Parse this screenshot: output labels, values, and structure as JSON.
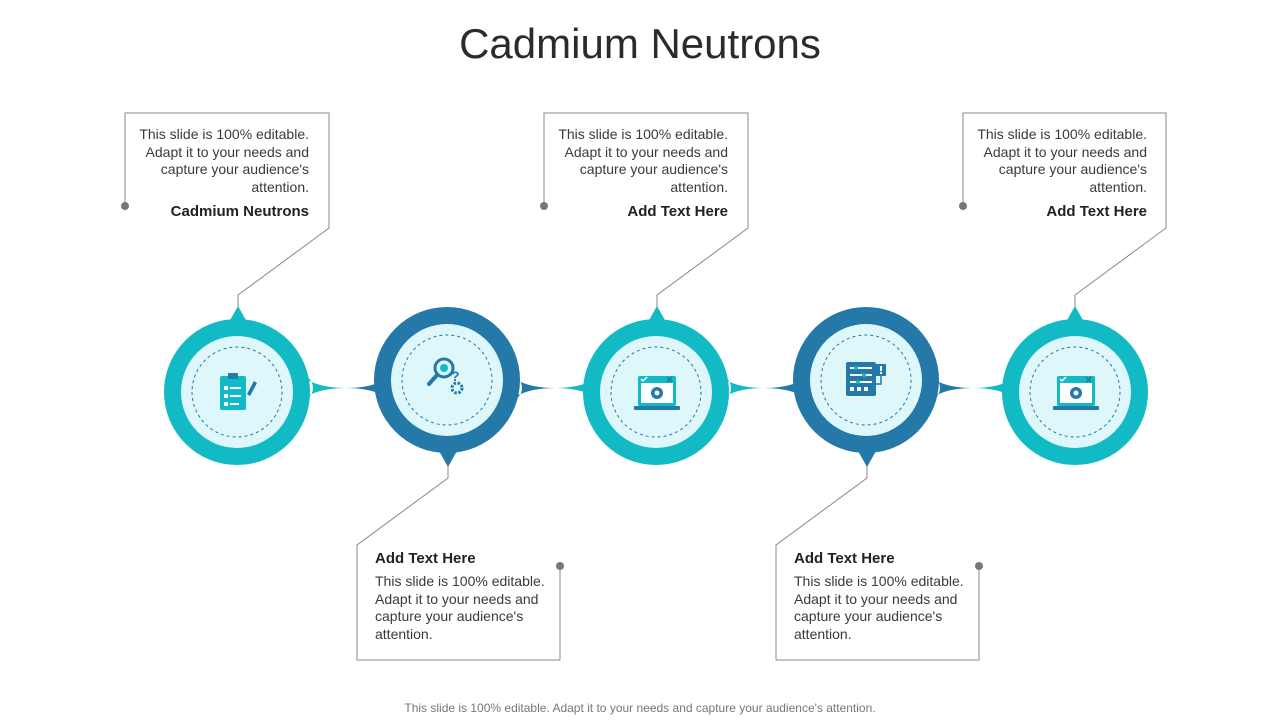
{
  "title": "Cadmium Neutrons",
  "footer": "This slide is 100% editable. Adapt it to your needs and capture your audience's attention.",
  "colors": {
    "teal": "#12BAC6",
    "blue": "#2479A8",
    "inner": "#DEF7FA",
    "line": "#888888"
  },
  "steps": [
    {
      "heading": "Cadmium Neutrons",
      "text": "This slide is 100% editable. Adapt it to your needs and capture your audience's attention.",
      "icon": "clipboard-checklist-icon",
      "position": "top"
    },
    {
      "heading": "Add  Text Here",
      "text": "This slide is 100% editable. Adapt it to your needs and capture your audience's attention.",
      "icon": "magnifier-gear-question-icon",
      "position": "bottom"
    },
    {
      "heading": "Add  Text Here",
      "text": "This slide is 100% editable. Adapt it to your needs and capture your audience's attention.",
      "icon": "laptop-settings-icon",
      "position": "top"
    },
    {
      "heading": "Add  Text Here",
      "text": "This slide is 100% editable. Adapt it to your needs and capture your audience's attention.",
      "icon": "control-panel-icon",
      "position": "bottom"
    },
    {
      "heading": "Add  Text Here",
      "text": "This slide is 100% editable. Adapt it to your needs and capture your audience's attention.",
      "icon": "laptop-settings-icon",
      "position": "top"
    }
  ]
}
